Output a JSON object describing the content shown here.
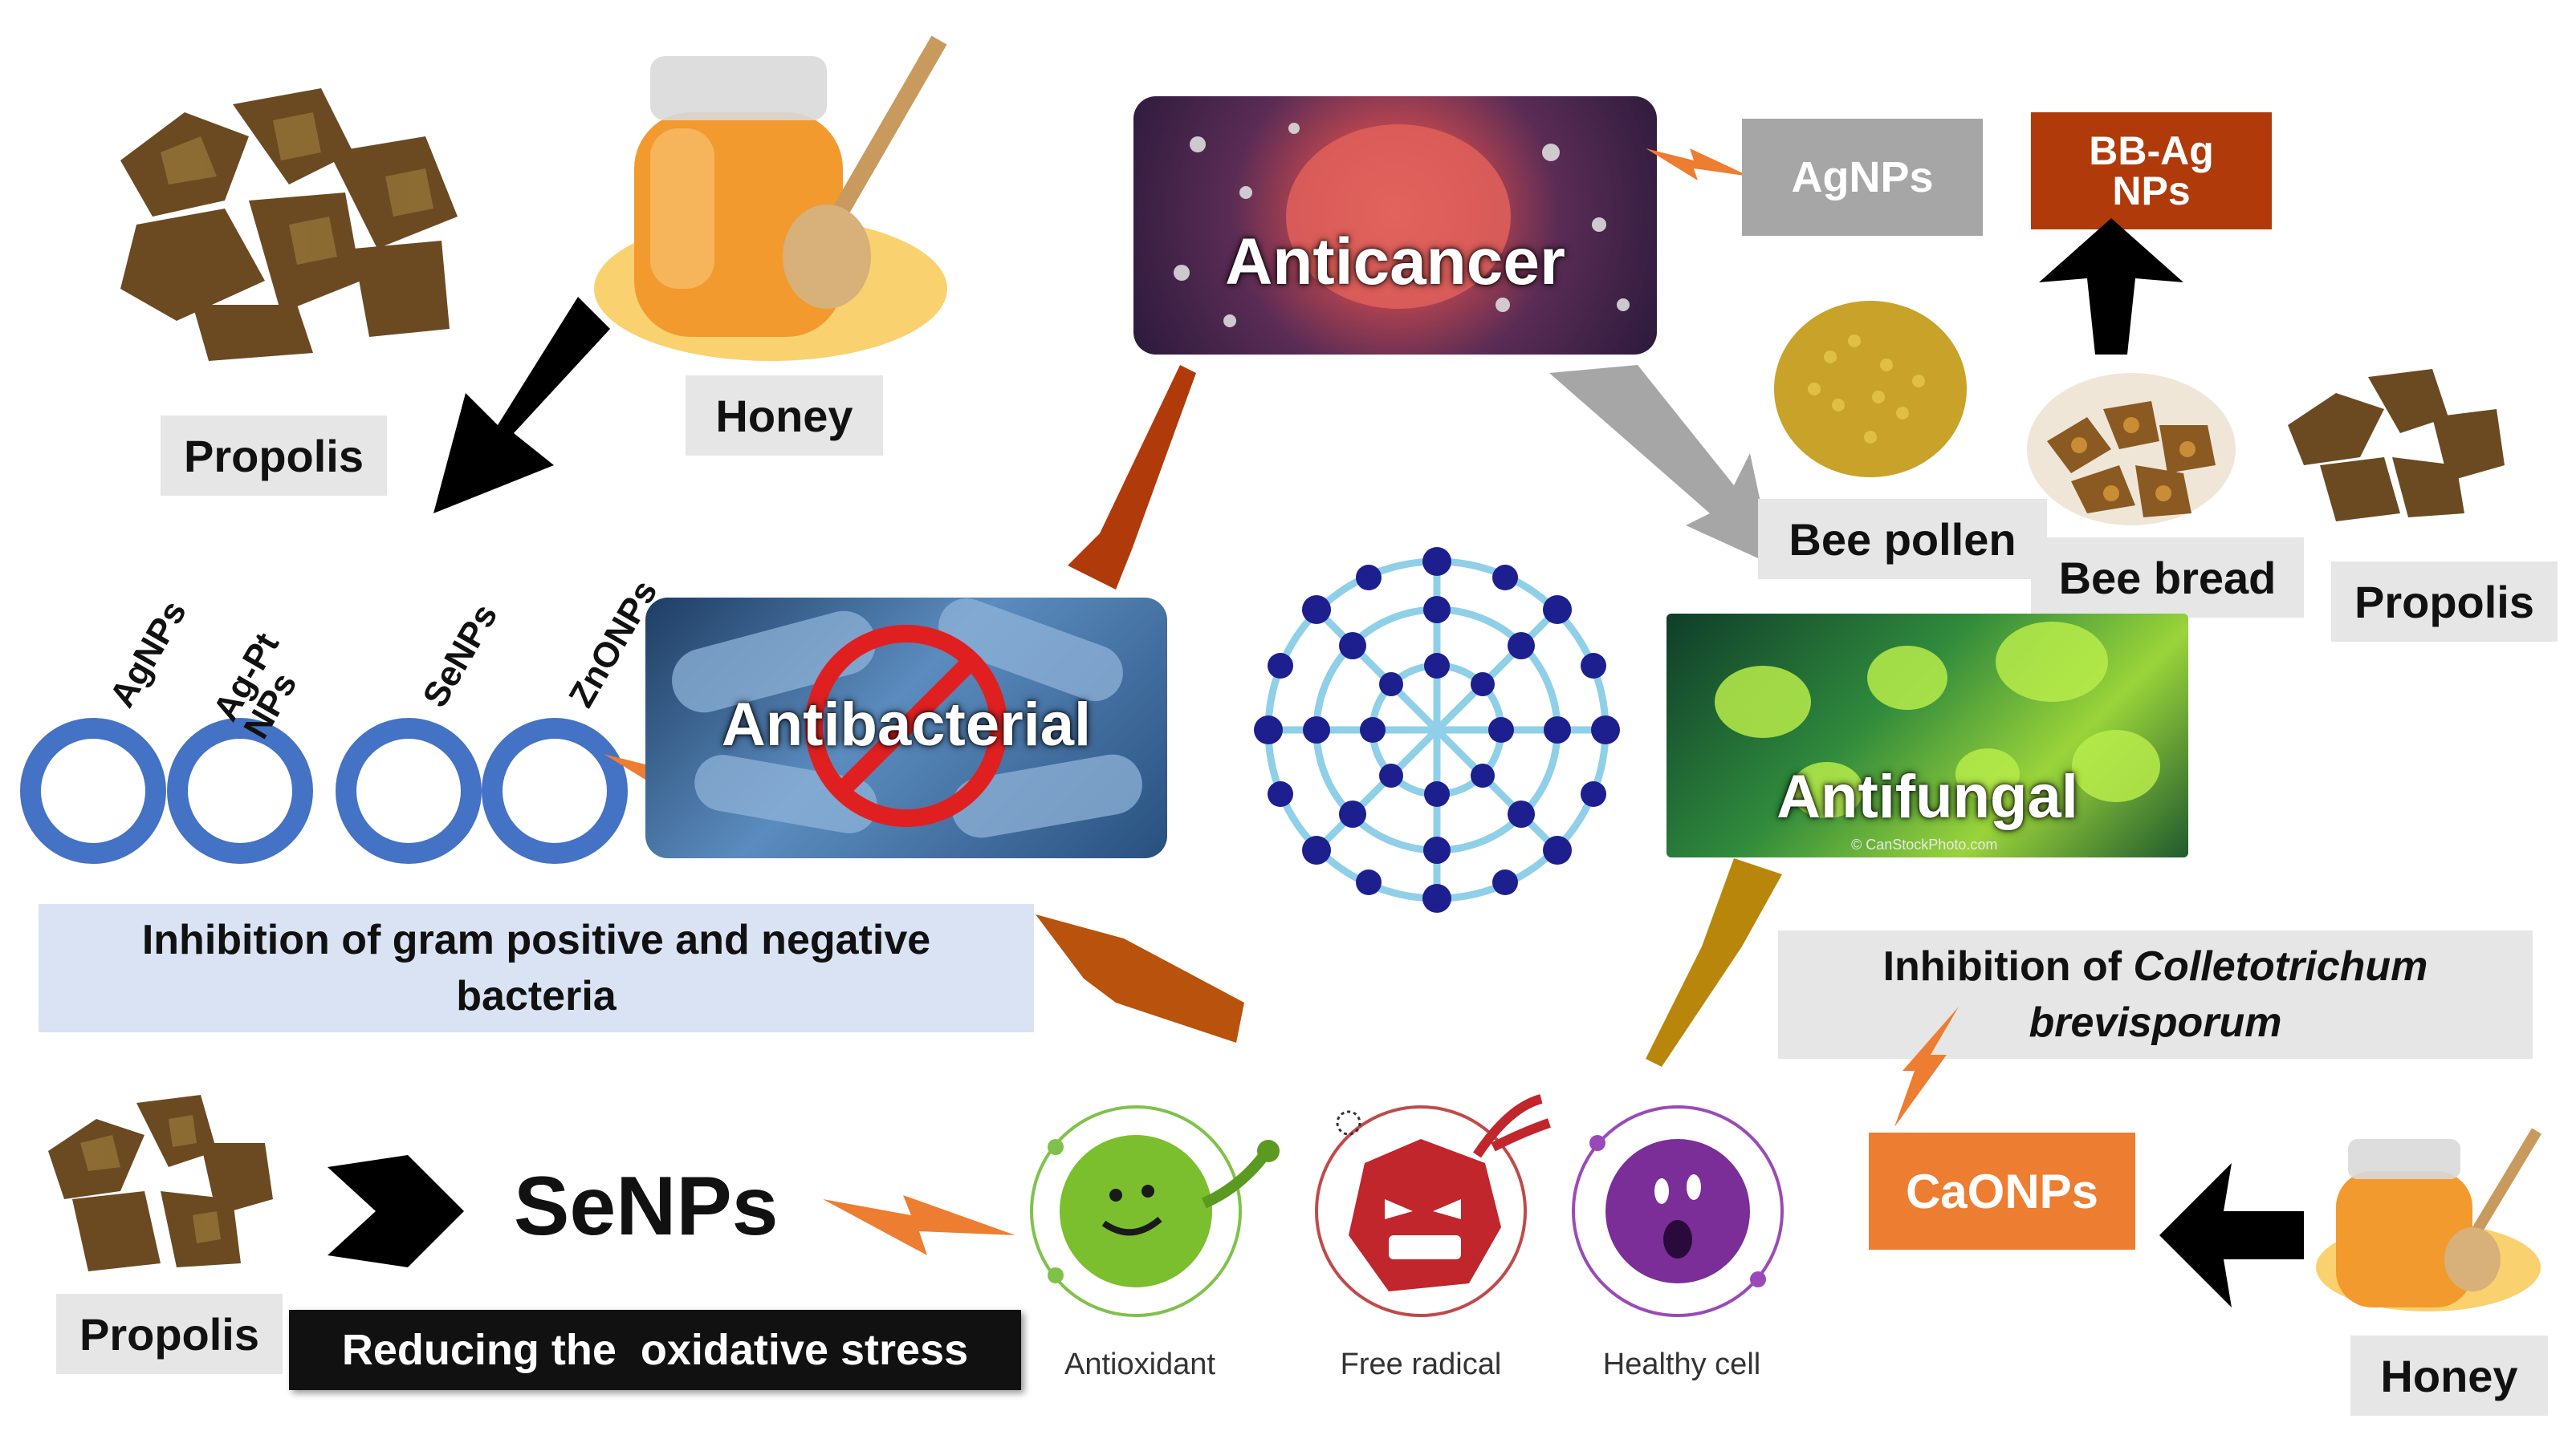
{
  "labels": {
    "propolis_top": "Propolis",
    "honey_top": "Honey",
    "agnps_box": "AgNPs",
    "bbag_box": "BB-Ag NPs",
    "bee_pollen": "Bee pollen",
    "bee_bread": "Bee bread",
    "propolis_right": "Propolis",
    "inhibition_gram": "Inhibition of gram positive and negative bacteria",
    "inhibition_colleto_prefix": "Inhibition of ",
    "inhibition_colleto_species": "Colletotrichum brevisporum",
    "caonps": "CaONPs",
    "honey_bottom": "Honey",
    "propolis_bottom": "Propolis",
    "senps_big": "SeNPs",
    "reducing": "Reducing the  oxidative stress"
  },
  "rings": [
    "AgNPs",
    "Ag-Pt NPs",
    "SeNPs",
    "ZnONPs"
  ],
  "panels": {
    "anticancer": "Anticancer",
    "antibacterial": "Antibacterial",
    "antifungal": "Antifungal",
    "antifungal_credit": "© CanStockPhoto.com"
  },
  "cells": {
    "antioxidant": "Antioxidant",
    "free_radical": "Free radical",
    "healthy_cell": "Healthy cell"
  },
  "colors": {
    "ring_blue": "#4472c4",
    "label_gray": "#e6e6e6",
    "bbag_red": "#b03a0a",
    "caonps_orange": "#ed7d31",
    "lightning_orange": "#ed7d31",
    "inhibition_blue": "#dae3f3"
  }
}
